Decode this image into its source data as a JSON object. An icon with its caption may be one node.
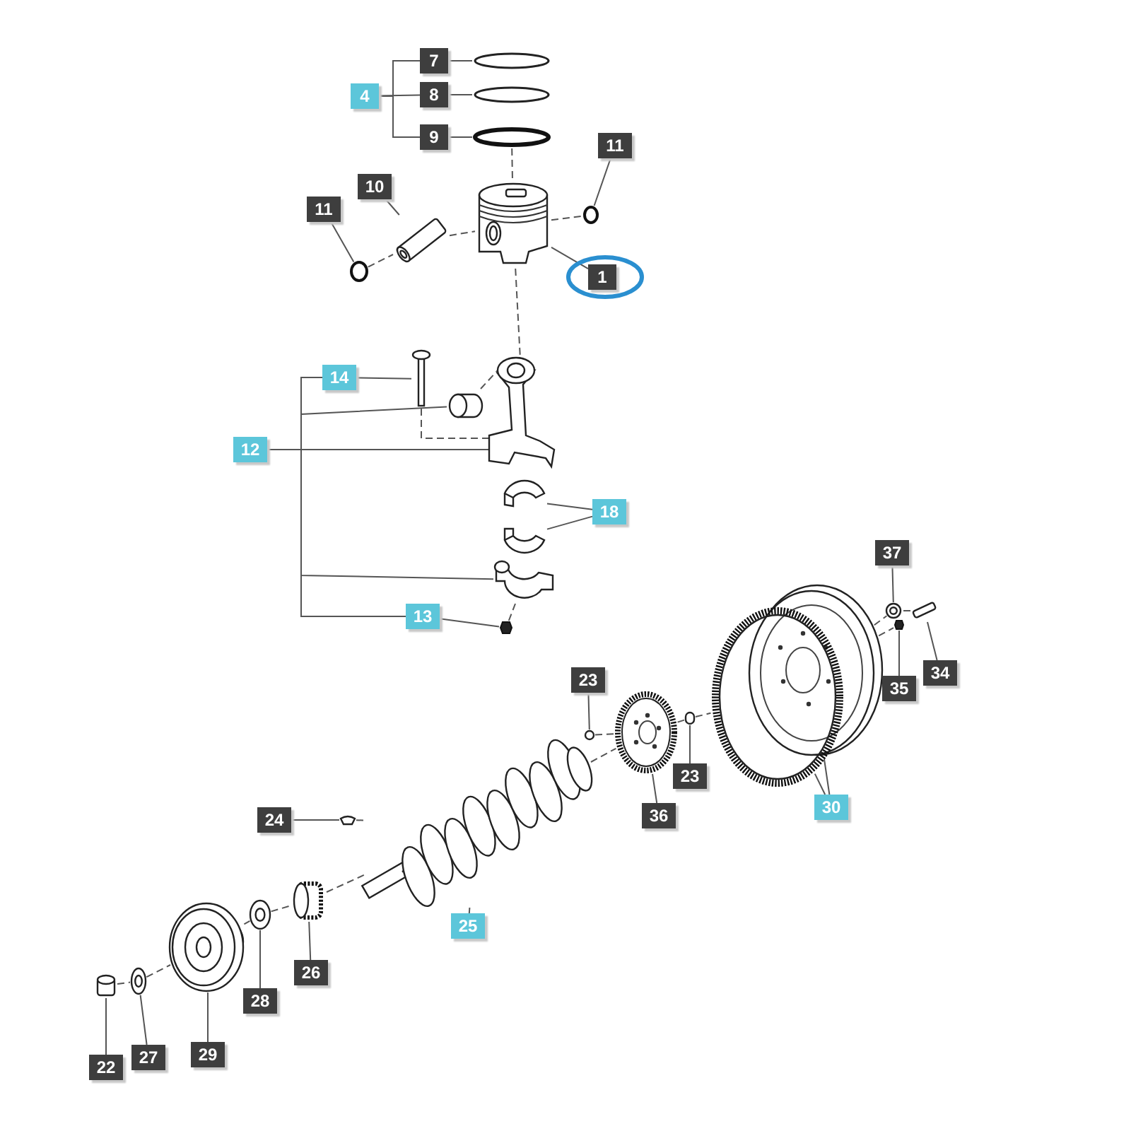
{
  "diagram": {
    "nodes": [
      {
        "text": [
          "7"
        ]
      },
      {
        "text": [],
        "shape": "circle"
      },
      {
        "text": [
          "8"
        ]
      },
      {
        "text": [],
        "shape": "circle"
      },
      {
        "text": [
          "4"
        ]
      },
      {
        "text": [
          "9"
        ]
      },
      {
        "text": [],
        "shape": "circle"
      },
      {
        "text": [
          "11"
        ]
      },
      {
        "text": [
          "10"
        ]
      },
      {
        "text": [
          "11"
        ]
      },
      {
        "text": [],
        "shape": "picture"
      },
      {
        "text": [],
        "shape": "circle"
      },
      {
        "text": [],
        "shape": "picture"
      },
      {
        "text": [],
        "shape": "circle"
      },
      {
        "text": [
          "1"
        ]
      },
      {
        "text": [
          "14"
        ]
      },
      {
        "text": [],
        "shape": "picture"
      },
      {
        "text": [],
        "shape": "cylinder"
      },
      {
        "text": [],
        "shape": "picture"
      },
      {
        "text": [
          "12"
        ]
      },
      {
        "text": [],
        "shape": "picture"
      },
      {
        "text": [],
        "shape": "picture"
      },
      {
        "text": [
          "18"
        ]
      },
      {
        "text": [],
        "shape": "picture"
      },
      {
        "text": [
          "37"
        ]
      },
      {
        "text": [],
        "shape": "circle"
      },
      {
        "text": [
          "13"
        ]
      },
      {
        "text": [],
        "shape": "hexagon"
      },
      {
        "text": [],
        "shape": "picture"
      },
      {
        "text": [],
        "shape": "picture"
      },
      {
        "text": [],
        "shape": "bar"
      },
      {
        "text": [],
        "shape": "hexagon"
      },
      {
        "text": [
          "34"
        ]
      },
      {
        "text": [
          "23"
        ]
      },
      {
        "text": [],
        "shape": "box"
      },
      {
        "text": [
          "35"
        ]
      },
      {
        "text": [],
        "shape": "picture"
      },
      {
        "text": [],
        "shape": "box"
      },
      {
        "text": [
          "23"
        ]
      },
      {
        "text": [
          "36"
        ]
      },
      {
        "text": [
          "30"
        ]
      },
      {
        "text": [
          "24"
        ]
      },
      {
        "text": [],
        "shape": "box"
      },
      {
        "text": [],
        "shape": "picture"
      },
      {
        "text": [],
        "shape": "cylinder"
      },
      {
        "text": [],
        "shape": "circle"
      },
      {
        "text": [],
        "shape": "picture"
      },
      {
        "text": [],
        "shape": "circle"
      },
      {
        "text": [],
        "shape": "cylinder"
      },
      {
        "text": [
          "25"
        ]
      },
      {
        "text": [
          "26"
        ]
      },
      {
        "text": [
          "28"
        ]
      },
      {
        "text": [
          "29"
        ]
      },
      {
        "text": [
          "27"
        ]
      },
      {
        "text": [
          "22"
        ]
      }
    ],
    "edges": [
      {
        "from": 4,
        "to": 0,
        "arrow": "none"
      },
      {
        "from": 4,
        "to": 2,
        "arrow": "none"
      },
      {
        "from": 4,
        "to": 5,
        "arrow": "none"
      },
      {
        "from": 0,
        "to": 1,
        "arrow": "none"
      },
      {
        "from": 2,
        "to": 3,
        "arrow": "none"
      },
      {
        "from": 5,
        "to": 6,
        "arrow": "none"
      },
      {
        "from": 7,
        "to": 13,
        "arrow": "none"
      },
      {
        "from": 9,
        "to": 11,
        "arrow": "none"
      },
      {
        "from": 8,
        "to": 10,
        "arrow": "none"
      },
      {
        "from": 14,
        "to": 12,
        "arrow": "none"
      },
      {
        "from": 15,
        "to": 16,
        "arrow": "none"
      },
      {
        "from": 19,
        "to": 15,
        "arrow": "none"
      },
      {
        "from": 19,
        "to": 17,
        "arrow": "none"
      },
      {
        "from": 19,
        "to": 18,
        "arrow": "none"
      },
      {
        "from": 19,
        "to": 23,
        "arrow": "none"
      },
      {
        "from": 19,
        "to": 26,
        "arrow": "none"
      },
      {
        "from": 26,
        "to": 27,
        "arrow": "none"
      },
      {
        "from": 22,
        "to": 20,
        "arrow": "none"
      },
      {
        "from": 22,
        "to": 21,
        "arrow": "none"
      },
      {
        "from": 24,
        "to": 25,
        "arrow": "none"
      },
      {
        "from": 35,
        "to": 31,
        "arrow": "none"
      },
      {
        "from": 32,
        "to": 30,
        "arrow": "none"
      },
      {
        "from": 33,
        "to": 34,
        "arrow": "none"
      },
      {
        "from": 38,
        "to": 37,
        "arrow": "none"
      },
      {
        "from": 39,
        "to": 36,
        "arrow": "none"
      },
      {
        "from": 40,
        "to": 29,
        "arrow": "none"
      },
      {
        "from": 40,
        "to": 28,
        "arrow": "none"
      },
      {
        "from": 41,
        "to": 42,
        "arrow": "none"
      },
      {
        "from": 49,
        "to": 43,
        "arrow": "none"
      },
      {
        "from": 50,
        "to": 44,
        "arrow": "none"
      },
      {
        "from": 51,
        "to": 45,
        "arrow": "none"
      },
      {
        "from": 52,
        "to": 46,
        "arrow": "none"
      },
      {
        "from": 53,
        "to": 47,
        "arrow": "none"
      },
      {
        "from": 54,
        "to": 48,
        "arrow": "none"
      },
      {
        "from": 6,
        "to": 12,
        "arrow": "none",
        "style": "dashed"
      },
      {
        "from": 12,
        "to": 18,
        "arrow": "none",
        "style": "dashed"
      },
      {
        "from": 11,
        "to": 10,
        "arrow": "none",
        "style": "dashed"
      },
      {
        "from": 10,
        "to": 12,
        "arrow": "none",
        "style": "dashed"
      },
      {
        "from": 12,
        "to": 13,
        "arrow": "none",
        "style": "dashed"
      },
      {
        "from": 16,
        "to": 18,
        "arrow": "none",
        "style": "dashed"
      },
      {
        "from": 17,
        "to": 18,
        "arrow": "none",
        "style": "dashed"
      },
      {
        "from": 27,
        "to": 23,
        "arrow": "none",
        "style": "dashed"
      },
      {
        "from": 28,
        "to": 25,
        "arrow": "none",
        "style": "dashed"
      },
      {
        "from": 28,
        "to": 31,
        "arrow": "none",
        "style": "dashed"
      },
      {
        "from": 30,
        "to": 25,
        "arrow": "none",
        "style": "dashed"
      },
      {
        "from": 48,
        "to": 47,
        "arrow": "none",
        "style": "dashed"
      },
      {
        "from": 47,
        "to": 46,
        "arrow": "none",
        "style": "dashed"
      },
      {
        "from": 46,
        "to": 45,
        "arrow": "none",
        "style": "dashed"
      },
      {
        "from": 45,
        "to": 44,
        "arrow": "none",
        "style": "dashed"
      },
      {
        "from": 44,
        "to": 43,
        "arrow": "none",
        "style": "dashed"
      },
      {
        "from": 42,
        "to": 43,
        "arrow": "none",
        "style": "dashed"
      },
      {
        "from": 43,
        "to": 36,
        "arrow": "none",
        "style": "dashed"
      },
      {
        "from": 34,
        "to": 36,
        "arrow": "none",
        "style": "dashed"
      },
      {
        "from": 36,
        "to": 37,
        "arrow": "none",
        "style": "dashed"
      },
      {
        "from": 37,
        "to": 29,
        "arrow": "none",
        "style": "dashed"
      }
    ]
  }
}
